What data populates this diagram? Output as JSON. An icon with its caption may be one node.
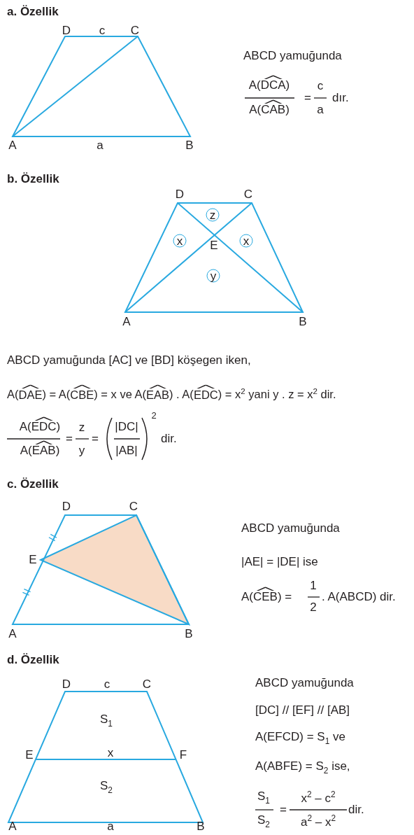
{
  "diagram": {
    "labels": [
      "a. Özellik",
      "D",
      "c",
      "C",
      "A",
      "a",
      "B",
      "ABCD yamuğunda",
      "A(DCA)",
      "A(CAB)",
      "=",
      "c",
      "a",
      "dır.",
      "b. Özellik",
      "D",
      "C",
      "z",
      "x",
      "E",
      "x",
      "y",
      "A",
      "B",
      "ABCD yamuğunda [AC] ve [BD] köşegen iken,",
      "A(DAE) = A(CBE) = x ve A(EAB) . A(EDC) = x$^{2}$ yani y . z = x$^{2}$ dir.",
      "A(EDC)",
      "A(EAB)",
      "=",
      "z",
      "y",
      "=",
      "|DC|",
      "|AB|",
      "2",
      "dir.",
      "c. Özellik",
      "D",
      "C",
      "E",
      "A",
      "B",
      "ABCD yamuğunda",
      "|AE| = |DE| ise",
      "A(CEB) =",
      "1",
      "2",
      ". A(ABCD) dir.",
      "d. Özellik",
      "D",
      "c",
      "C",
      "S$_{1}$",
      "E",
      "x",
      "F",
      "S$_{2}$",
      "A",
      "a",
      "B",
      "ABCD yamuğunda",
      "[DC] // [EF] // [AB]",
      "A(EFCD) = S$_{1}$ ve",
      "A(ABFE) = S$_{2}$ ise,",
      "S$_{1}$",
      "S$_{2}$",
      "=",
      "x$^{2}$ – c$^{2}$",
      "a$^{2}$ – x$^{2}$",
      "dir."
    ]
  }
}
